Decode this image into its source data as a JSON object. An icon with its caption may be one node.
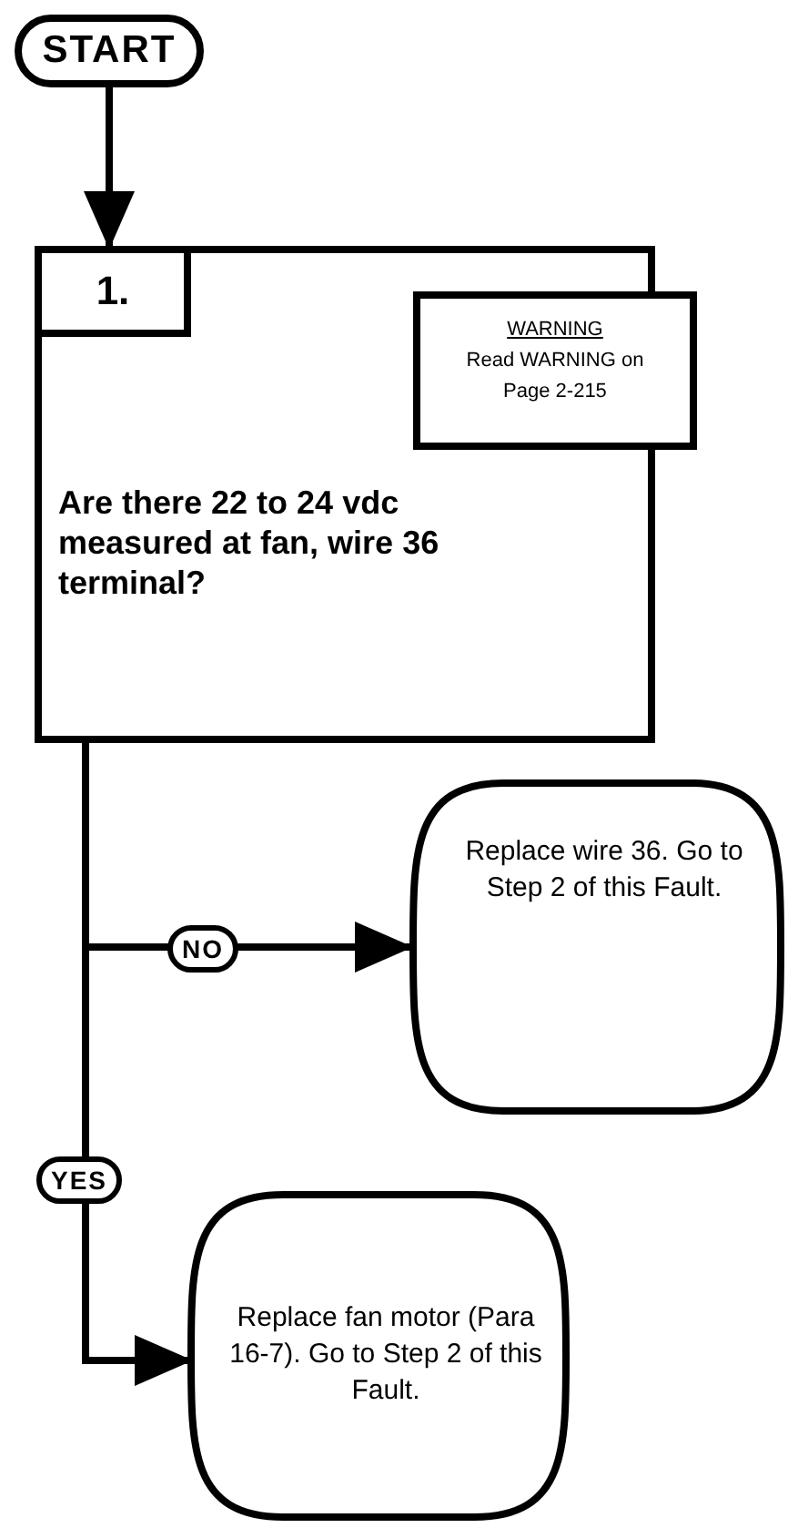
{
  "diagram": {
    "nodes": [
      {
        "text": [
          "START"
        ]
      },
      {
        "text": [
          "1.",
          "Are there 22 to 24 vdc measured at fan, wire 36 terminal?"
        ]
      },
      {
        "text": [
          "WARNING",
          "Read WARNING on Page 2-215"
        ]
      },
      {
        "text": [
          "Replace wire 36.  Go to Step 2 of this Fault."
        ]
      },
      {
        "text": [
          "Replace fan motor (Para 16-7).  Go to Step 2 of this Fault."
        ]
      }
    ],
    "edges": [
      {
        "from": 0,
        "to": 1,
        "arrow": "to"
      },
      {
        "from": 1,
        "to": 3,
        "arrow": "to",
        "label": "NO"
      },
      {
        "from": 1,
        "to": 4,
        "arrow": "to",
        "label": "YES"
      }
    ]
  }
}
